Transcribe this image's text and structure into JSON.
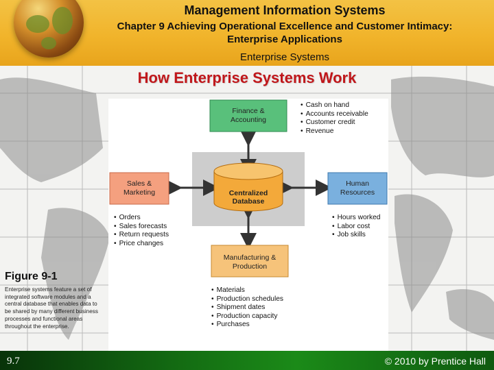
{
  "header": {
    "title": "Management Information Systems",
    "chapter": "Chapter 9 Achieving Operational Excellence and Customer Intimacy: Enterprise Applications",
    "section": "Enterprise Systems"
  },
  "slide": {
    "title": "How Enterprise Systems Work"
  },
  "diagram": {
    "center": "Centralized Database",
    "modules": {
      "finance": "Finance & Accounting",
      "sales": "Sales & Marketing",
      "hr": "Human Resources",
      "manufacturing": "Manufacturing & Production"
    },
    "finance_items": [
      "Cash on hand",
      "Accounts receivable",
      "Customer credit",
      "Revenue"
    ],
    "sales_items": [
      "Orders",
      "Sales forecasts",
      "Return requests",
      "Price changes"
    ],
    "hr_items": [
      "Hours worked",
      "Labor cost",
      "Job skills"
    ],
    "manufacturing_items": [
      "Materials",
      "Production schedules",
      "Shipment dates",
      "Production capacity",
      "Purchases"
    ],
    "colors": {
      "finance": "#59c07b",
      "sales": "#f4a07f",
      "hr": "#7ab0de",
      "manufacturing": "#f6c37a",
      "database": "#f3a93a",
      "hub": "#cfcfcf"
    }
  },
  "caption": {
    "figure": "Figure 9-1",
    "text": "Enterprise systems feature a set of integrated software modules and a central database that enables data to be shared by many different business processes and functional areas throughout the enterprise."
  },
  "footer": {
    "page": "9.7",
    "copyright": "© 2010 by Prentice Hall"
  }
}
